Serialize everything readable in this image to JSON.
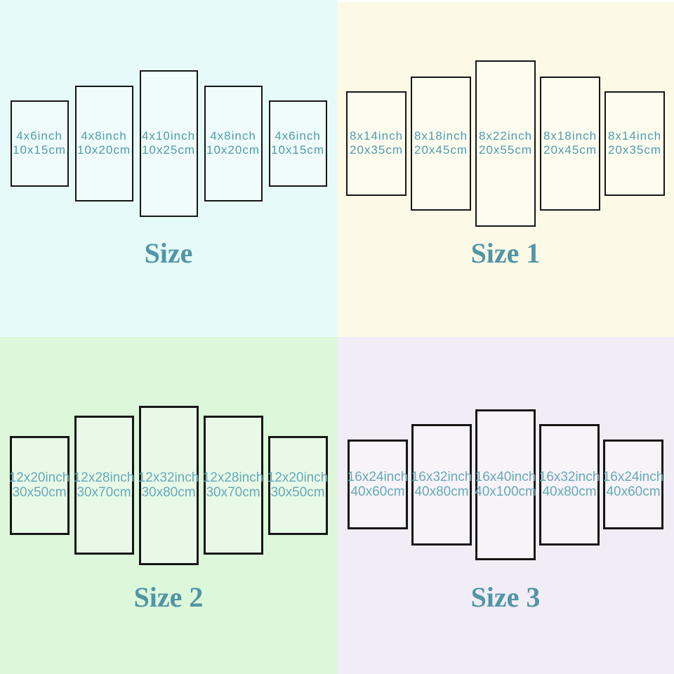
{
  "page": {
    "background": "#ffffff",
    "description_colors": {
      "panel_border": "#161616",
      "title_teal": "#5295a6",
      "label_teal_top": "#4e9cac",
      "label_teal_bottom": "#67a9b9"
    }
  },
  "quadrants": [
    {
      "id": "size",
      "title": "Size",
      "bg": "#e6fbf9",
      "title_color": "#5295a6",
      "text_color": "#4e9cac",
      "panels": [
        {
          "line1": "4x6inch",
          "line2": "10x15cm"
        },
        {
          "line1": "4x8inch",
          "line2": "10x20cm"
        },
        {
          "line1": "4x10inch",
          "line2": "10x25cm"
        },
        {
          "line1": "4x8inch",
          "line2": "10x20cm"
        },
        {
          "line1": "4x6inch",
          "line2": "10x15cm"
        }
      ]
    },
    {
      "id": "size-1",
      "title": "Size 1",
      "bg": "#fcfae6",
      "title_color": "#5295a6",
      "text_color": "#4e9cac",
      "panels": [
        {
          "line1": "8x14inch",
          "line2": "20x35cm"
        },
        {
          "line1": "8x18inch",
          "line2": "20x45cm"
        },
        {
          "line1": "8x22inch",
          "line2": "20x55cm"
        },
        {
          "line1": "8x18inch",
          "line2": "20x45cm"
        },
        {
          "line1": "8x14inch",
          "line2": "20x35cm"
        }
      ]
    },
    {
      "id": "size-2",
      "title": "Size 2",
      "bg": "#dcf7da",
      "title_color": "#5295a6",
      "text_color": "#67a9b9",
      "panels": [
        {
          "line1": "12x20inch",
          "line2": "30x50cm"
        },
        {
          "line1": "12x28inch",
          "line2": "30x70cm"
        },
        {
          "line1": "12x32inch",
          "line2": "30x80cm"
        },
        {
          "line1": "12x28inch",
          "line2": "30x70cm"
        },
        {
          "line1": "12x20inch",
          "line2": "30x50cm"
        }
      ]
    },
    {
      "id": "size-3",
      "title": "Size 3",
      "bg": "#f1edf6",
      "title_color": "#5295a6",
      "text_color": "#67a9b9",
      "panels": [
        {
          "line1": "16x24inch",
          "line2": "40x60cm"
        },
        {
          "line1": "16x32inch",
          "line2": "40x80cm"
        },
        {
          "line1": "16x40inch",
          "line2": "40x100cm"
        },
        {
          "line1": "16x32inch",
          "line2": "40x80cm"
        },
        {
          "line1": "16x24inch",
          "line2": "40x60cm"
        }
      ]
    }
  ]
}
